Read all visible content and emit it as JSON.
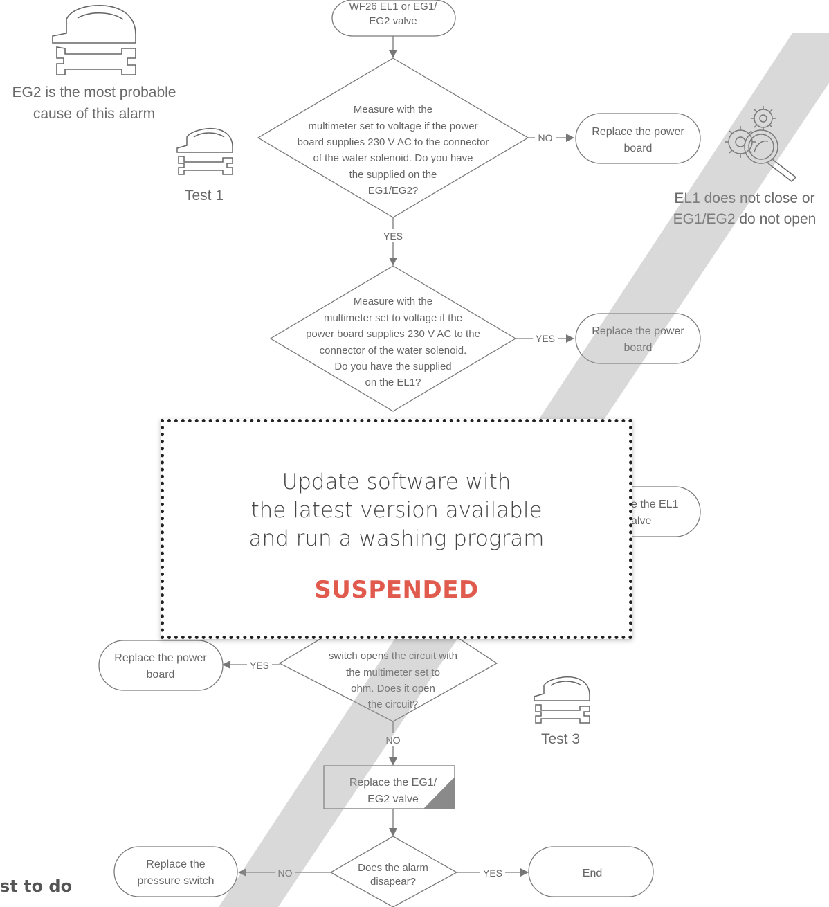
{
  "top_node": [
    "WF26 EL1 or EG1/",
    "EG2 valve"
  ],
  "probable_cause": [
    "EG2 is the most probable",
    "cause of this alarm"
  ],
  "test1": "Test 1",
  "test3": "Test 3",
  "diamond1": [
    "Measure with the",
    "multimeter set to voltage if the power",
    "board supplies 230 V AC to the connector",
    "of the water solenoid. Do you have",
    "the supplied on the",
    "EG1/EG2?"
  ],
  "diamond2": [
    "Measure with the",
    "multimeter set to voltage if the",
    "power board supplies 230 V AC to the",
    "connector of the water solenoid.",
    "Do you have the supplied",
    "on the EL1?"
  ],
  "diamond3": [
    "switch opens the circuit with",
    "the multimeter set to",
    "ohm. Does it open",
    "the circuit?"
  ],
  "diamond4": [
    "Does the alarm",
    "disapear?"
  ],
  "replace_power_board": [
    "Replace the power",
    "board"
  ],
  "replace_el1_partial": [
    "e the EL1",
    "alve"
  ],
  "replace_eg_valve": [
    "Replace the EG1/",
    "EG2 valve"
  ],
  "replace_pressure_switch": [
    "Replace the",
    "pressure switch"
  ],
  "end_label": "End",
  "failure_mode": [
    "EL1 does not close or",
    "EG1/EG2 do not open"
  ],
  "label_yes": "YES",
  "label_no": "NO",
  "overlay": {
    "message_lines": [
      "Update software with",
      "the latest version available",
      "and run a washing program"
    ],
    "status": "SUSPENDED"
  },
  "bottom_partial_heading": "st to do"
}
